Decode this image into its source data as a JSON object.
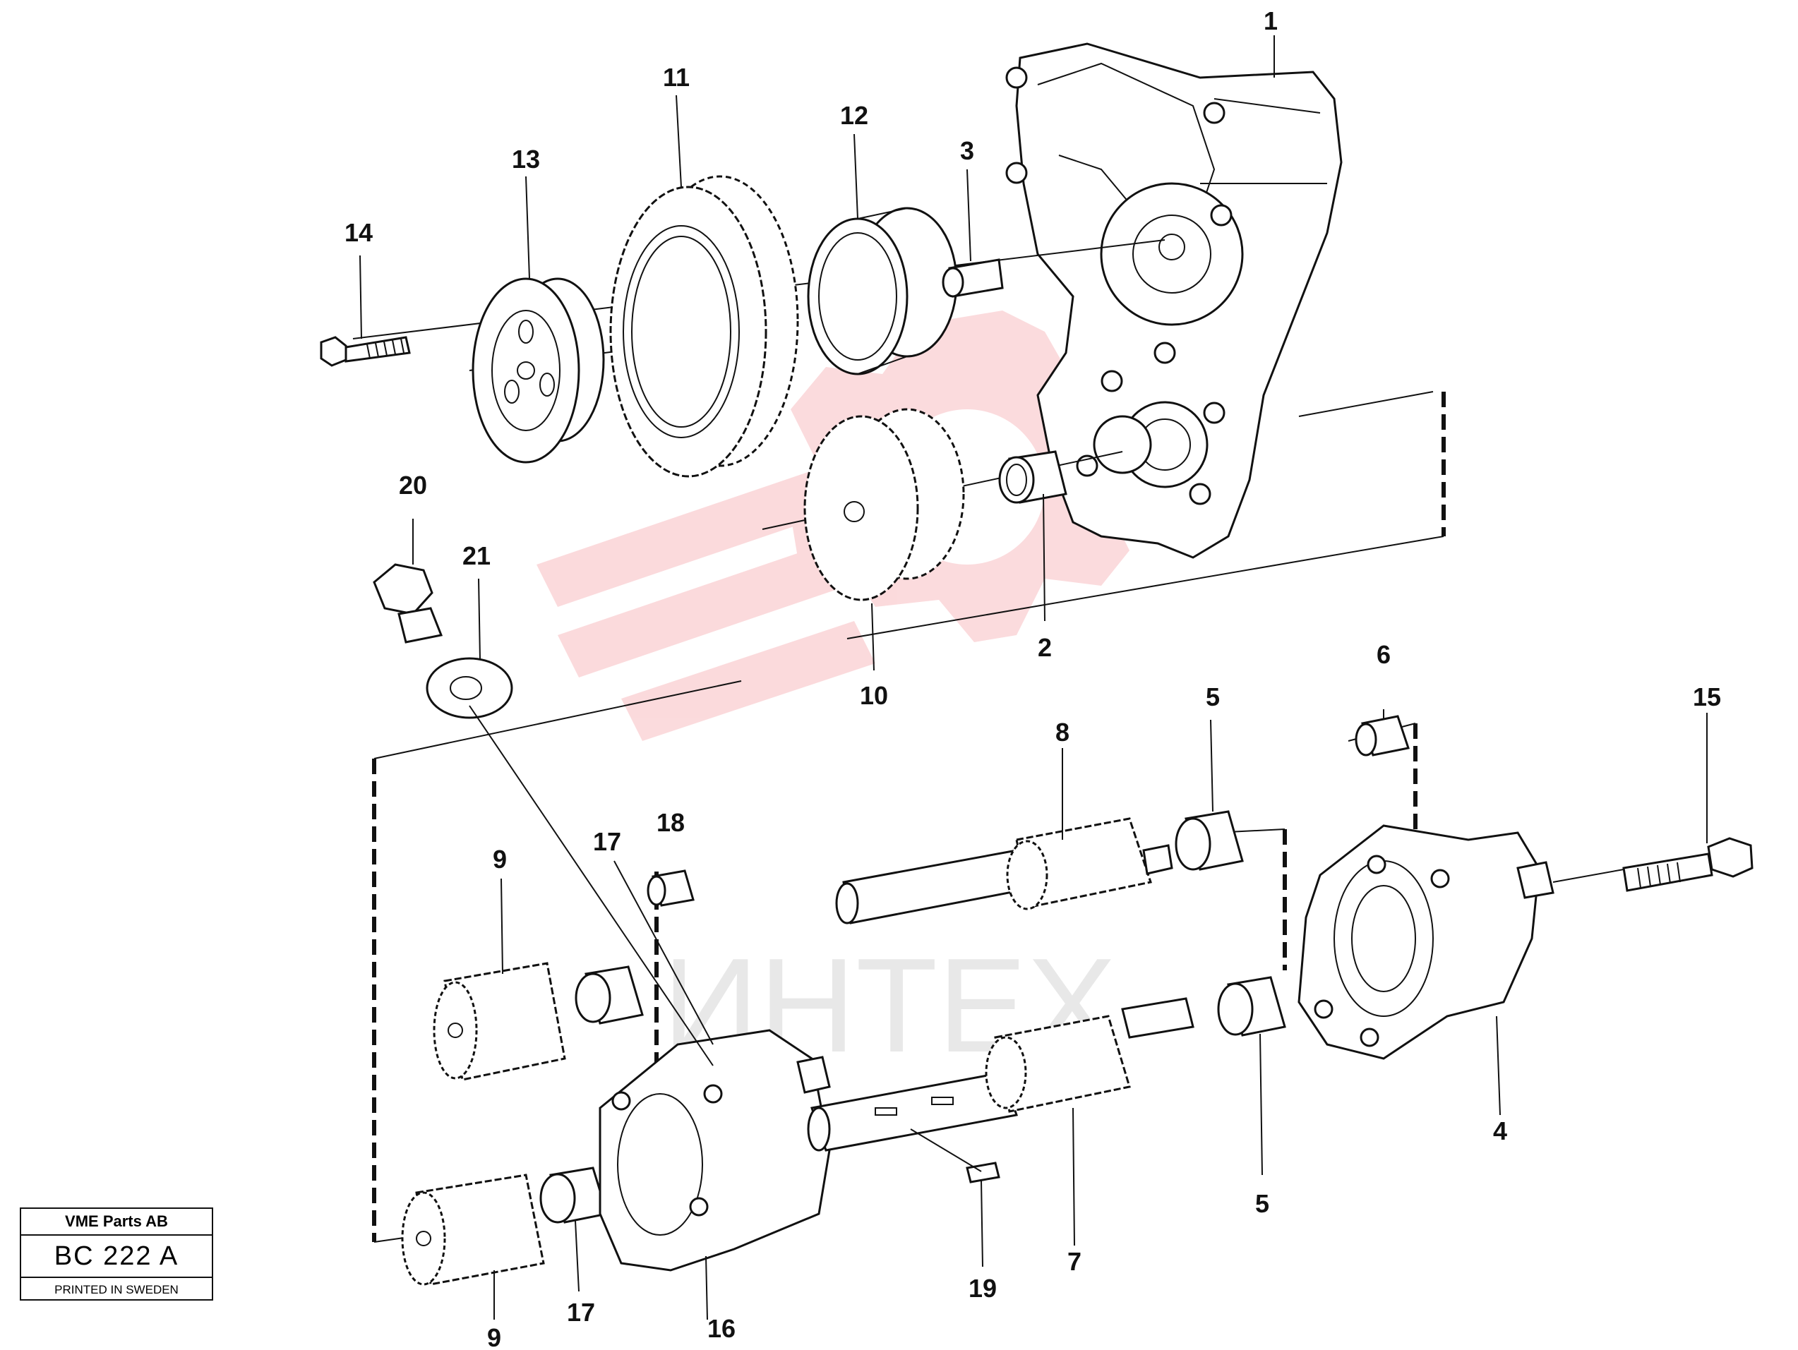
{
  "watermark": {
    "text": "ИНТЕХ",
    "color": "#e8212b"
  },
  "title_block": {
    "company": "VME Parts AB",
    "code": "BC 222 A",
    "printed": "PRINTED IN SWEDEN"
  },
  "callouts": {
    "c1": "1",
    "c2": "2",
    "c3": "3",
    "c4": "4",
    "c5a": "5",
    "c5b": "5",
    "c6": "6",
    "c7": "7",
    "c8": "8",
    "c9a": "9",
    "c9b": "9",
    "c10": "10",
    "c11": "11",
    "c12": "12",
    "c13": "13",
    "c14": "14",
    "c15": "15",
    "c16": "16",
    "c17a": "17",
    "c17b": "17",
    "c18": "18",
    "c19": "19",
    "c20": "20",
    "c21": "21"
  }
}
